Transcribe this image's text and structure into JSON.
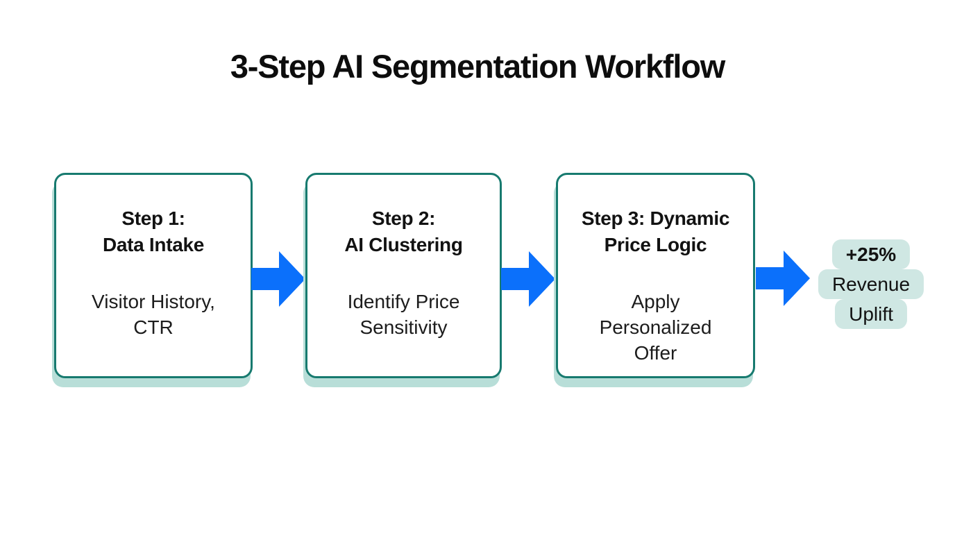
{
  "title": "3-Step AI Segmentation Workflow",
  "steps": [
    {
      "heading": [
        "Step 1:",
        "Data Intake"
      ],
      "body": [
        "Visitor History,",
        "CTR"
      ]
    },
    {
      "heading": [
        "Step 2:",
        "AI Clustering"
      ],
      "body": [
        "Identify Price",
        "Sensitivity"
      ]
    },
    {
      "heading": [
        "Step 3: Dynamic",
        "Price Logic"
      ],
      "body": [
        "Apply",
        "Personalized",
        "Offer"
      ]
    }
  ],
  "result": {
    "lines": [
      "+25%",
      "Revenue",
      "Uplift"
    ]
  },
  "icons": {
    "flow_arrow": "right-arrow ➡"
  },
  "colors": {
    "background": "#ffffff",
    "box_border": "#177a6f",
    "box_shadow": "#b8ded8",
    "arrow_blue": "#0b70fb",
    "badge_bg": "#cfe7e3",
    "text_dark": "#111111"
  }
}
